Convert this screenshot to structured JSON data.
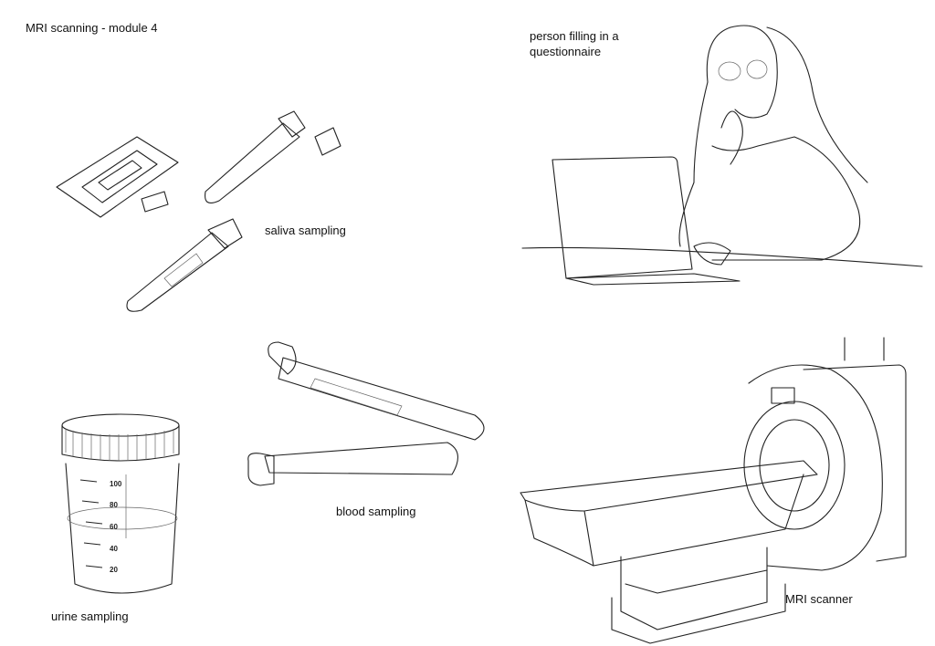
{
  "title": "MRI scanning - module 4",
  "labels": {
    "questionnaire": "person filling in a questionnaire",
    "saliva": "saliva sampling",
    "blood": "blood sampling",
    "urine": "urine sampling",
    "mri": "MRI scanner"
  },
  "urine_cup_ticks": [
    "100",
    "80",
    "60",
    "40",
    "20"
  ]
}
